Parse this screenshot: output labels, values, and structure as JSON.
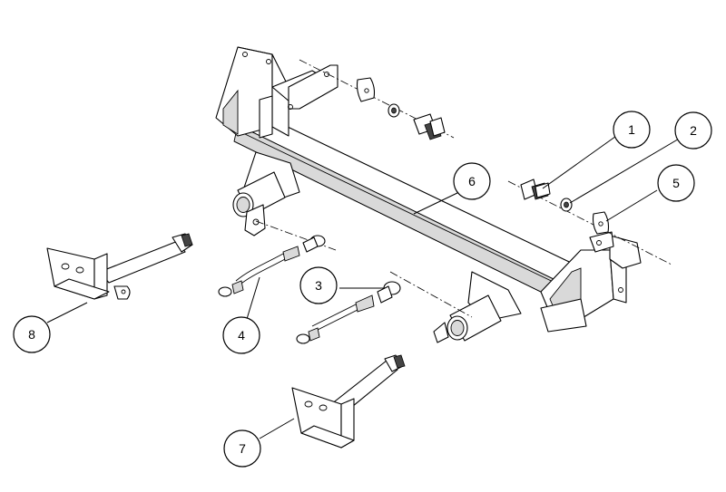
{
  "callouts": [
    {
      "id": "1",
      "label": "1",
      "part": "bolt"
    },
    {
      "id": "2",
      "label": "2",
      "part": "lock-washer"
    },
    {
      "id": "3",
      "label": "3",
      "part": "safety-cable-right"
    },
    {
      "id": "4",
      "label": "4",
      "part": "safety-cable-left"
    },
    {
      "id": "5",
      "label": "5",
      "part": "spacer-plate"
    },
    {
      "id": "6",
      "label": "6",
      "part": "crossbar-bracket"
    },
    {
      "id": "7",
      "label": "7",
      "part": "tow-arm-right"
    },
    {
      "id": "8",
      "label": "8",
      "part": "tow-arm-left"
    }
  ],
  "style": {
    "line_color": "#000000",
    "background": "#ffffff"
  }
}
